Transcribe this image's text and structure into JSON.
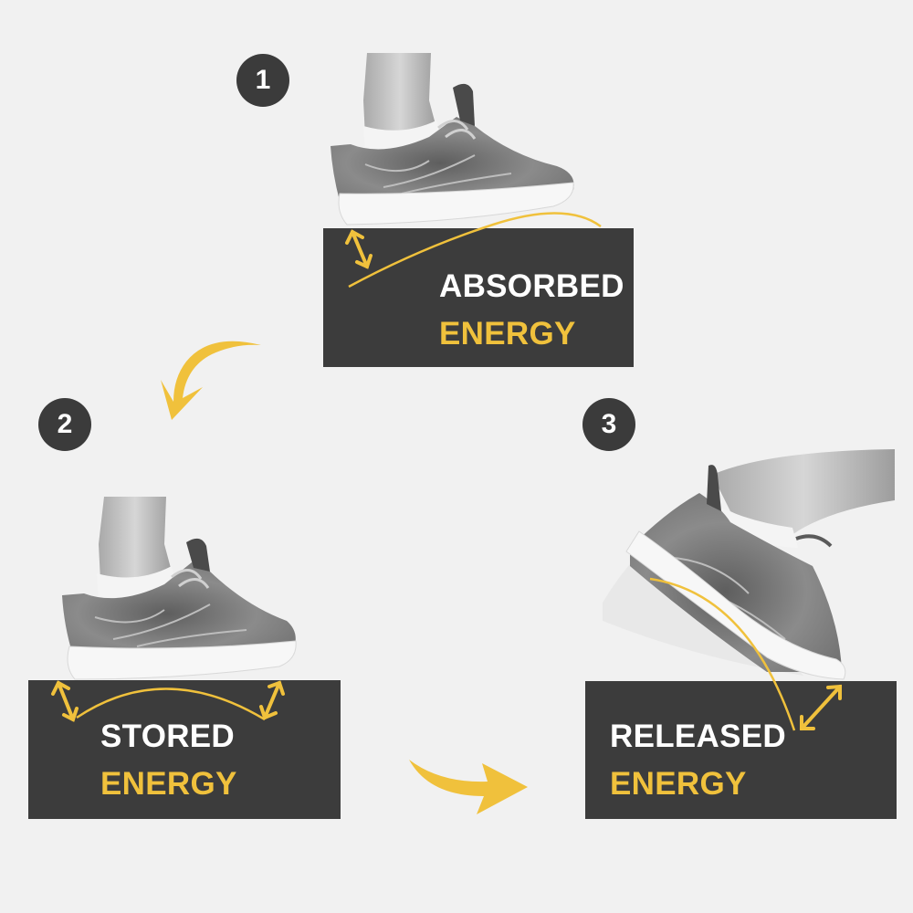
{
  "colors": {
    "background": "#f1f1f1",
    "box": "#3c3c3c",
    "accent": "#f0c13c",
    "badge": "#3b3b3b",
    "text": "#ffffff"
  },
  "steps": [
    {
      "number": "1",
      "line1": "ABSORBED",
      "line2": "ENERGY",
      "image": "sneaker-on-box-icon"
    },
    {
      "number": "2",
      "line1": "STORED",
      "line2": "ENERGY",
      "image": "sneaker-compressed-icon"
    },
    {
      "number": "3",
      "line1": "RELEASED",
      "line2": "ENERGY",
      "image": "sneaker-liftoff-icon"
    }
  ],
  "arrows": [
    "curved-arrow-down-left-icon",
    "curved-arrow-right-icon"
  ]
}
